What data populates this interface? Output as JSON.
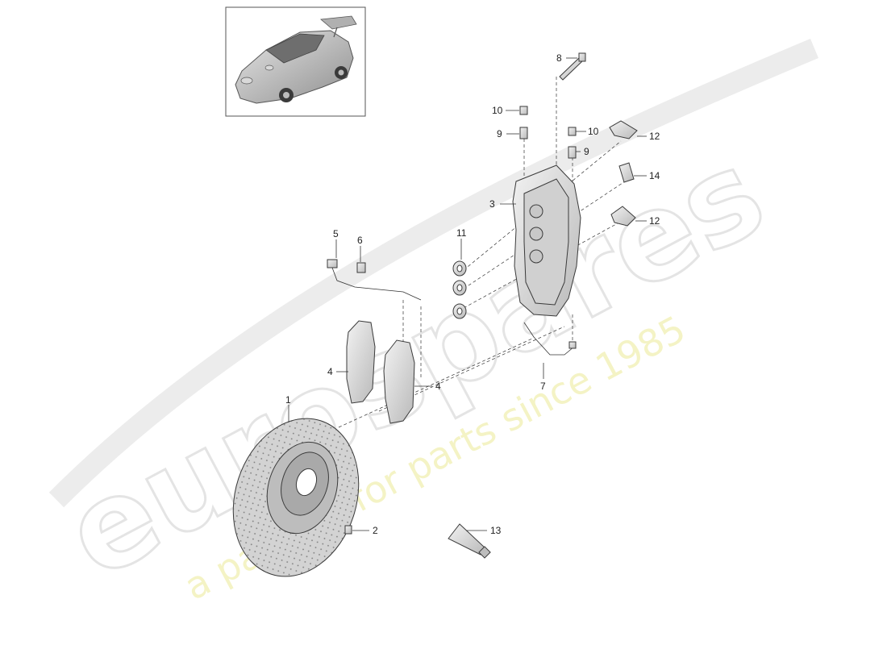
{
  "watermark": {
    "brand": "eurospares",
    "tagline": "a passion for parts since 1985"
  },
  "callouts": [
    {
      "id": "1",
      "label": "1"
    },
    {
      "id": "2",
      "label": "2"
    },
    {
      "id": "3",
      "label": "3"
    },
    {
      "id": "4a",
      "label": "4"
    },
    {
      "id": "4b",
      "label": "4"
    },
    {
      "id": "5",
      "label": "5"
    },
    {
      "id": "6",
      "label": "6"
    },
    {
      "id": "7",
      "label": "7"
    },
    {
      "id": "8",
      "label": "8"
    },
    {
      "id": "9a",
      "label": "9"
    },
    {
      "id": "9b",
      "label": "9"
    },
    {
      "id": "10a",
      "label": "10"
    },
    {
      "id": "10b",
      "label": "10"
    },
    {
      "id": "11",
      "label": "11"
    },
    {
      "id": "12a",
      "label": "12"
    },
    {
      "id": "12b",
      "label": "12"
    },
    {
      "id": "13",
      "label": "13"
    },
    {
      "id": "14",
      "label": "14"
    }
  ]
}
